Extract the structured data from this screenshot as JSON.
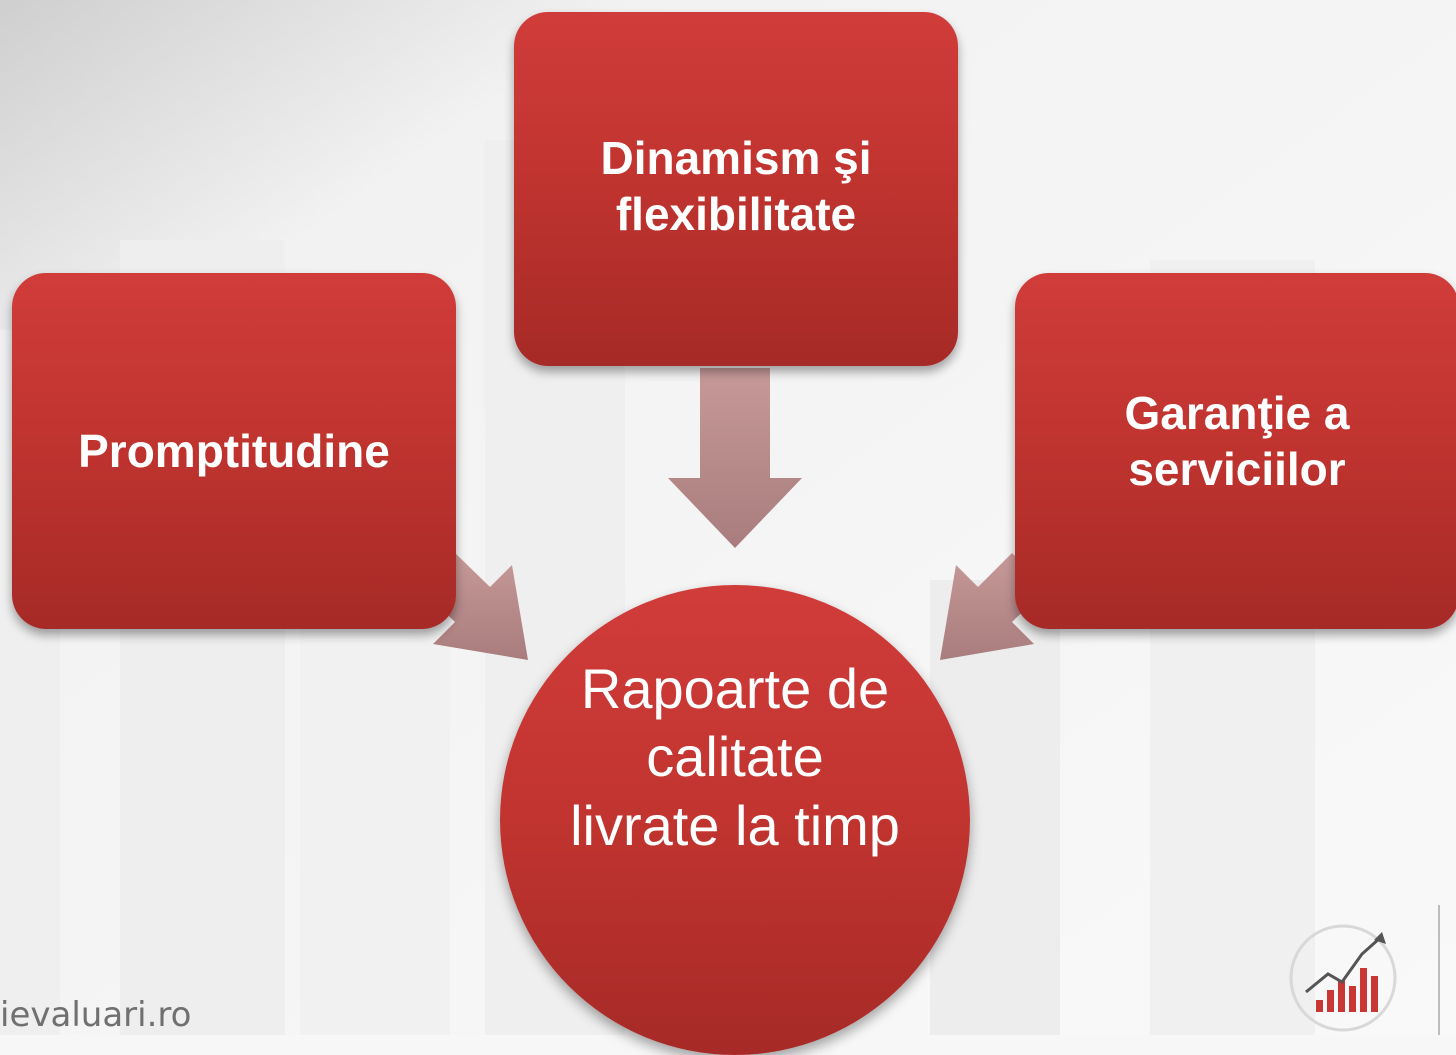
{
  "nodes": {
    "top": "Dinamism şi flexibilitate",
    "left": "Promptitudine",
    "right": "Garanţie a serviciilor",
    "center": "Rapoarte de calitate livrate la timp"
  },
  "watermark": "ievaluari.ro",
  "colors": {
    "box_top": "#d03c3a",
    "box_bottom": "#a62a27",
    "arrow": "#b88a8a",
    "background": "#f7f7f7"
  },
  "icons": {
    "logo": "rising-bar-chart-logo-icon"
  }
}
